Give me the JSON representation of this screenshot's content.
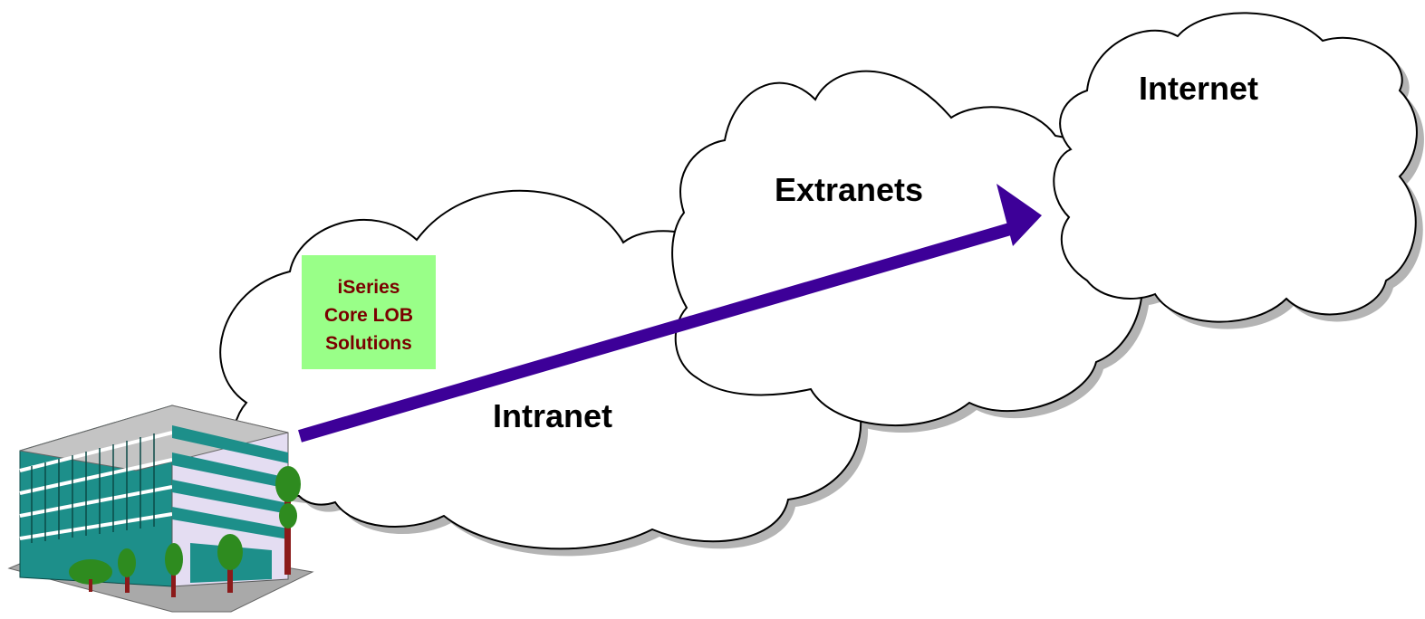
{
  "clouds": {
    "intranet": {
      "label": "Intranet"
    },
    "extranets": {
      "label": "Extranets"
    },
    "internet": {
      "label": "Internet"
    }
  },
  "solutions_box": {
    "lines": [
      "iSeries",
      "Core LOB",
      "Solutions"
    ],
    "fill": "#99ff88",
    "text_color": "#7a0000"
  },
  "arrow": {
    "color": "#3d0098",
    "direction": "from building toward Internet"
  },
  "building": {
    "icon": "office-building-icon"
  },
  "colors": {
    "cloud_fill": "#ffffff",
    "cloud_stroke": "#000000",
    "cloud_shadow": "#b4b4b4"
  }
}
